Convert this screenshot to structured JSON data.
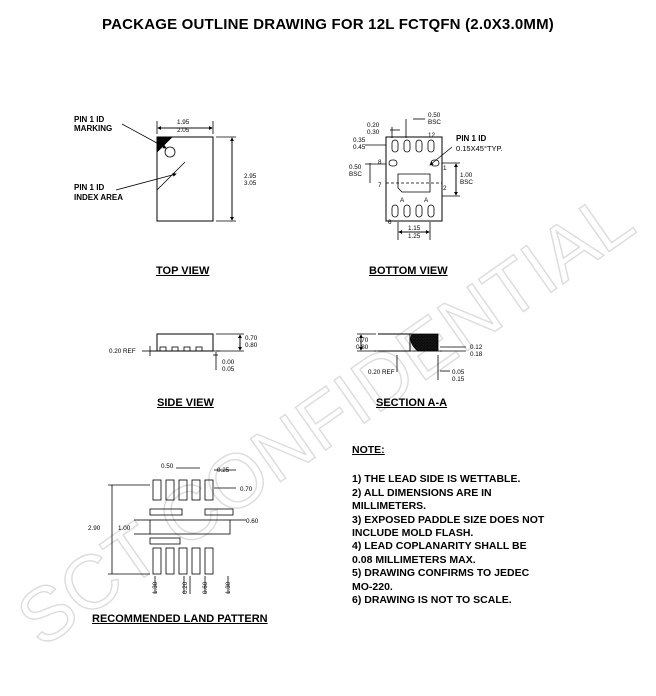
{
  "title": "PACKAGE OUTLINE DRAWING FOR 12L FCTQFN (2.0X3.0MM)",
  "views": {
    "top": {
      "caption": "TOP VIEW",
      "pin1_marking": [
        "PIN 1 ID",
        "MARKING"
      ],
      "pin1_index": [
        "PIN 1 ID",
        "INDEX AREA"
      ],
      "width": [
        "1.95",
        "2.05"
      ],
      "height": [
        "2.95",
        "3.05"
      ]
    },
    "bottom": {
      "caption": "BOTTOM VIEW",
      "pitch": [
        "0.50",
        "BSC"
      ],
      "lead_w": [
        "0.20",
        "0.30"
      ],
      "lead_l": [
        "0.35",
        "0.45"
      ],
      "side_pitch": [
        "0.50",
        "BSC"
      ],
      "right_pitch": [
        "1.00",
        "BSC"
      ],
      "pad_w": [
        "1.15",
        "1.25"
      ],
      "pin1_id": [
        "PIN 1 ID",
        "0.15X45°TYP."
      ],
      "pins": [
        "12",
        "1",
        "2",
        "6",
        "7",
        "8"
      ],
      "section": [
        "A",
        "A"
      ]
    },
    "side": {
      "caption": "SIDE VIEW",
      "ref": "0.20 REF",
      "height": [
        "0.70",
        "0.80"
      ],
      "standoff": [
        "0.00",
        "0.05"
      ]
    },
    "section": {
      "caption": "SECTION A-A",
      "height": [
        "0.70",
        "0.80"
      ],
      "lead_t": [
        "0.12",
        "0.18"
      ],
      "ref": "0.20 REF",
      "bottom": [
        "0.05",
        "0.15"
      ]
    },
    "land": {
      "caption": "RECOMMENDED LAND PATTERN",
      "pitch": "0.50",
      "pad_w": "0.25",
      "pad_l": "0.70",
      "total": "2.90",
      "center": "1.00",
      "right": "0.60",
      "bottom_dims": [
        "1.30",
        "0.20",
        "0.60",
        "1.30"
      ]
    }
  },
  "notes": {
    "heading": "NOTE:",
    "lines": [
      "1) THE LEAD SIDE IS WETTABLE.",
      "2) ALL DIMENSIONS ARE IN",
      "MILLIMETERS.",
      "3) EXPOSED PADDLE SIZE DOES NOT",
      "INCLUDE MOLD FLASH.",
      "4) LEAD COPLANARITY SHALL BE",
      "0.08 MILLIMETERS MAX.",
      "5) DRAWING CONFIRMS TO JEDEC",
      "MO-220.",
      "6) DRAWING IS NOT TO SCALE."
    ]
  },
  "watermark": "SCT CONFIDENTIAL",
  "colors": {
    "ink": "#000000",
    "watermark": "#e4e4e4",
    "hatch": "#555555"
  }
}
